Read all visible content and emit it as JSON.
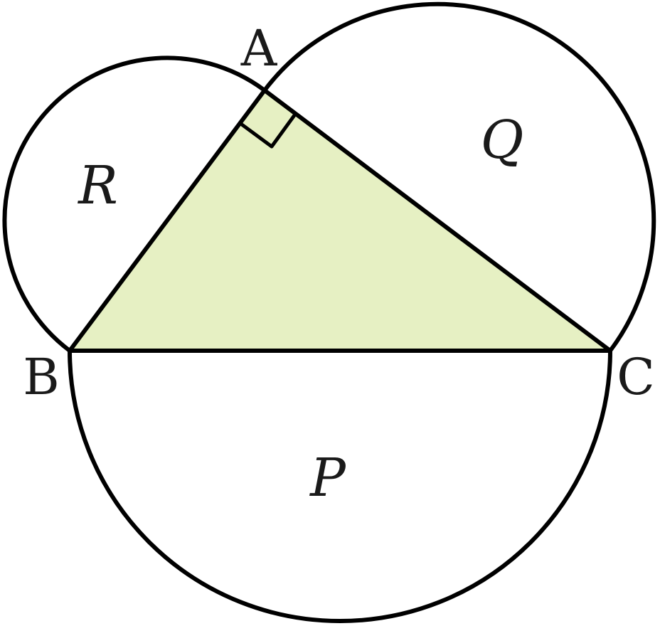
{
  "diagram": {
    "vertices": {
      "a": "A",
      "b": "B",
      "c": "C"
    },
    "regions": {
      "p": "P",
      "q": "Q",
      "r": "R"
    },
    "colors": {
      "triangle_fill": "#e6f0c3",
      "stroke": "#000000",
      "background": "#ffffff"
    }
  }
}
